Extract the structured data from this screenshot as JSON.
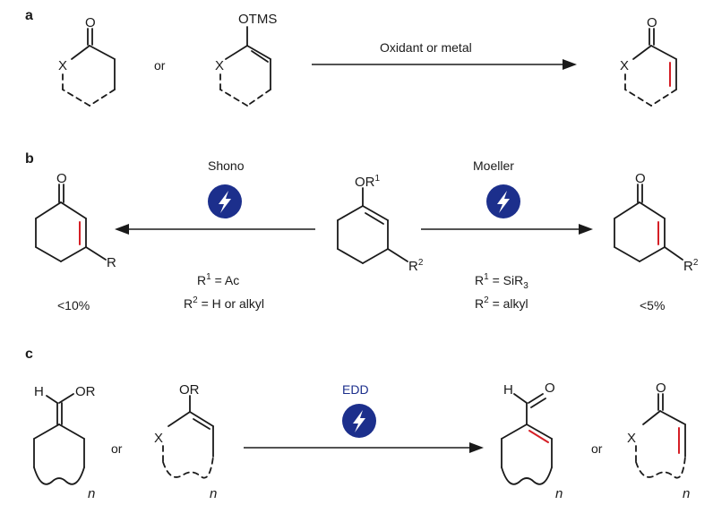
{
  "panels": {
    "a": {
      "label": "a",
      "atoms": {
        "x1": "X",
        "o1": "O",
        "otms": "OTMS",
        "x2": "X",
        "o3": "O",
        "x3": "X"
      },
      "or": "or",
      "arrow_label": "Oxidant or metal"
    },
    "b": {
      "label": "b",
      "shono": "Shono",
      "moeller": "Moeller",
      "left_product": {
        "o": "O",
        "r": "R",
        "yield": "<10%"
      },
      "start": {
        "or": "OR",
        "or_sup": "1",
        "r": "R",
        "r_sup": "2"
      },
      "right_product": {
        "o": "O",
        "r": "R",
        "r_sup": "2",
        "yield": "<5%"
      },
      "shono_cond": {
        "line1_r": "R",
        "line1_sup": "1",
        "line1_rest": " = Ac",
        "line2_r": "R",
        "line2_sup": "2",
        "line2_rest": " = H or alkyl"
      },
      "moeller_cond": {
        "line1_r": "R",
        "line1_sup": "1",
        "line1_rest": " = SiR",
        "line1_sub": "3",
        "line2_r": "R",
        "line2_sup": "2",
        "line2_rest": " = alkyl"
      }
    },
    "c": {
      "label": "c",
      "enol_ether": {
        "h": "H",
        "or": "OR",
        "n": "n"
      },
      "or1": "or",
      "cyclic": {
        "or": "OR",
        "x": "X",
        "n": "n"
      },
      "arrow_label": "EDD",
      "aldehyde": {
        "h": "H",
        "o": "O",
        "n": "n"
      },
      "or2": "or",
      "enone": {
        "o": "O",
        "x": "X",
        "n": "n"
      }
    }
  },
  "colors": {
    "unsaturation": "#d51f26",
    "electro_badge": "#1c2f8c",
    "ink": "#1a1a1a"
  },
  "icons": [
    "lightning-bolt-icon"
  ]
}
